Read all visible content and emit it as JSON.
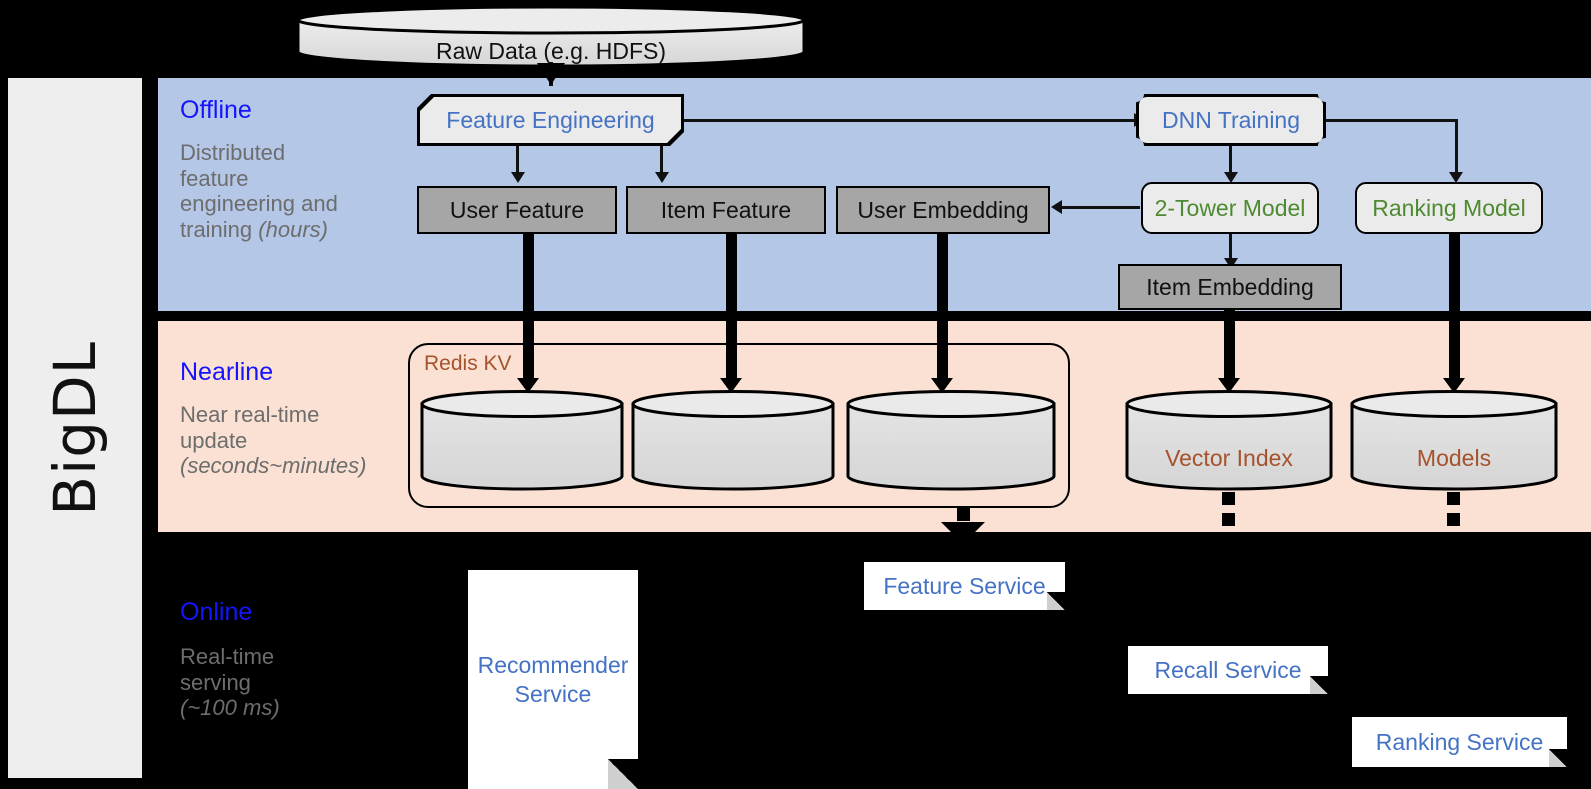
{
  "rail": {
    "label": "BigDL"
  },
  "bands": {
    "offline": {
      "title": "Offline",
      "description_line1": "Distributed",
      "description_line2": "feature",
      "description_line3": "engineering and",
      "description_line4_plain": "training ",
      "description_line4_italic": "(hours)",
      "background": "#b4c7e7"
    },
    "nearline": {
      "title": "Nearline",
      "description_line1": "Near real-time",
      "description_line2": "update",
      "description_line3_italic": "(seconds~minutes)",
      "background": "#fae1d3"
    },
    "online": {
      "title": "Online",
      "description_line1": "Real-time",
      "description_line2": "serving",
      "description_line3_italic": "(~100 ms)",
      "background": "#000000"
    }
  },
  "source": {
    "raw_data_label": "Raw Data (e.g. HDFS)"
  },
  "offline_nodes": {
    "feature_engineering": "Feature Engineering",
    "dnn_training": "DNN Training",
    "user_feature": "User Feature",
    "item_feature": "Item Feature",
    "user_embedding": "User Embedding",
    "two_tower_model": "2-Tower Model",
    "ranking_model": "Ranking Model",
    "item_embedding": "Item Embedding"
  },
  "nearline_nodes": {
    "redis_kv": "Redis KV",
    "store_user_feature": "",
    "store_item_feature": "",
    "store_user_embedding": "",
    "vector_index": "Vector Index",
    "models": "Models"
  },
  "online_nodes": {
    "recommender_service_line1": "Recommender",
    "recommender_service_line2": "Service",
    "feature_service": "Feature Service",
    "recall_service": "Recall Service",
    "ranking_service": "Ranking Service"
  },
  "colors": {
    "offline_band": "#b4c7e7",
    "nearline_band": "#fae1d3",
    "band_title": "#1414ff",
    "band_desc": "#6d6d6d",
    "blue_node_text": "#4472c4",
    "green_node_text": "#4e8a31",
    "brown_node_text": "#a6522c",
    "gray_fill": "#a6a6a6",
    "light_fill": "#ebebeb",
    "rail_fill": "#eeeeee",
    "canvas": "#000000"
  }
}
